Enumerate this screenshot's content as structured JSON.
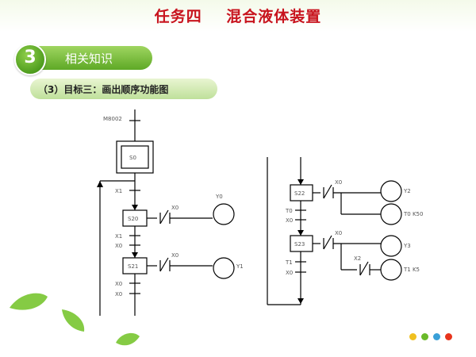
{
  "header": {
    "title": "任务四    混合液体装置"
  },
  "section": {
    "number": "3",
    "label": "相关知识"
  },
  "objective": {
    "text": "（3）目标三：画出顺序功能图"
  },
  "diagram": {
    "left": {
      "start_condition": "M8002",
      "initial_step": "S0",
      "cond1": "X1",
      "step1": "S20",
      "step1_contact": "X0",
      "step1_output": "Y0",
      "cond2": "X1",
      "cond2b": "X0",
      "step2": "S21",
      "step2_contact": "X0",
      "step2_output": "Y1",
      "cond3": "X0",
      "cond3b": "X0"
    },
    "right": {
      "step3": "S22",
      "step3_contact": "X0",
      "step3_output1": "Y2",
      "step3_output2": "T0 K50",
      "cond4": "T0",
      "cond4b": "X0",
      "step4": "S23",
      "step4_contact": "X0",
      "step4_output1": "Y3",
      "step4_contact2": "X2",
      "step4_output2": "T1 K5",
      "cond5": "T1",
      "cond5b": "X0"
    }
  },
  "decoration": {
    "dot_colors": [
      "#f0c020",
      "#6aba2a",
      "#3aa0d8",
      "#e8341c"
    ],
    "leaf_color": "#7ec83a"
  }
}
